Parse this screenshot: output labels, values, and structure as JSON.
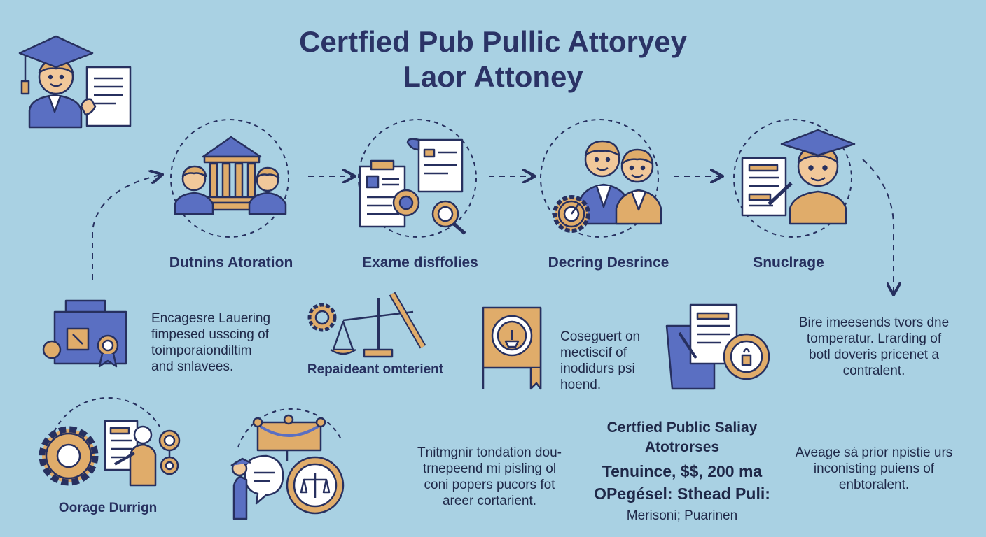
{
  "title": {
    "line1": "Certfied Pub Pullic Attoryey",
    "line2": "Laor Attoney"
  },
  "steps": [
    {
      "label": "Dutnins Atoration"
    },
    {
      "label": "Exame disffolies"
    },
    {
      "label": "Decring Desrince"
    },
    {
      "label": "Snuclrage"
    }
  ],
  "row2": {
    "block1": [
      "Encagesre Lauering",
      "fimpesed usscing of",
      "toimporaiondiltim",
      "and snlavees."
    ],
    "block2_label": "Repaideant omterient",
    "block3": [
      "Coseguert on",
      "mectiscif of",
      "inodidurs psi",
      "hoend."
    ],
    "block4": [
      "Bire imeesends tvors dne",
      "tomperatur. Lrarding of",
      "botl doveris pricenet a",
      "contralent."
    ]
  },
  "row3": {
    "label_left": "Oorage Durrign",
    "block_mid": [
      "Tnitmgnir tondation dou-",
      "trnepeend mi pisling ol",
      "coni popers pucors fot",
      "areer cortarient."
    ],
    "salary": {
      "line1": "Certfied Public Saliay",
      "line2": "Atotrorses",
      "line3": "Tenuince, $$, 200 ma",
      "line4": "OPegésel: Sthead Puli:",
      "line5": "Merisoni; Puarinen"
    },
    "block_right": [
      "Aveage sȧ prior npistie urs",
      "inconisting puiens of",
      "enbtoralent."
    ]
  },
  "colors": {
    "background": "#a9d1e3",
    "navy": "#27305f",
    "blue": "#5a6fc2",
    "tan": "#e0ac6a",
    "skin": "#f1c89a"
  },
  "icons": [
    "graduate-icon",
    "courthouse-icon",
    "clipboard-search-icon",
    "lawyers-icon",
    "graduate-document-icon",
    "folder-certificate-icon",
    "scales-icon",
    "framed-award-icon",
    "document-seal-icon",
    "gear-document-icon",
    "presenter-icon"
  ]
}
